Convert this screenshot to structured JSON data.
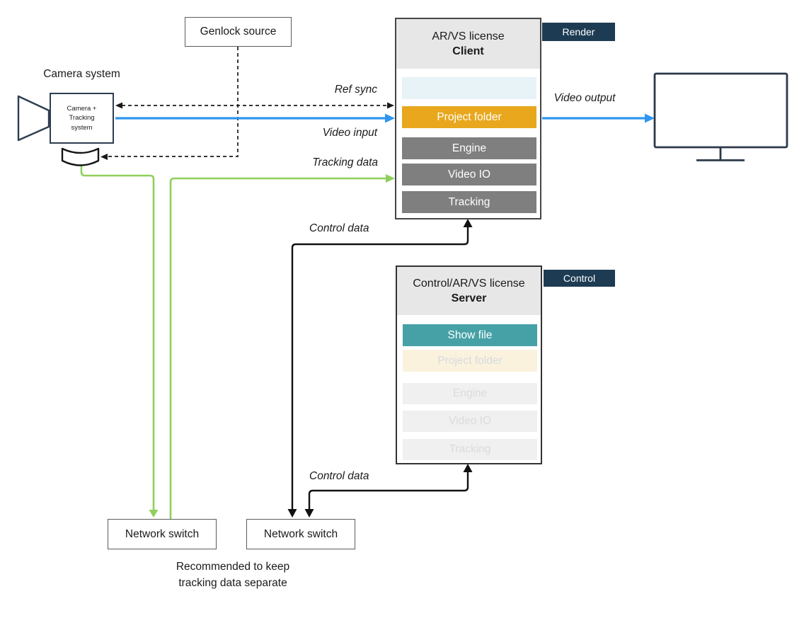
{
  "colors": {
    "accent_blue": "#2e96f0",
    "accent_green": "#8fd05c",
    "accent_orange": "#e8a71c",
    "accent_teal": "#46a1a6",
    "tag_navy": "#1d3c53",
    "bar_gray": "#7f7f7f",
    "faded_bar": "#f0f0f0",
    "placeholder_blue": "#e7f3f7",
    "placeholder_cream": "#fbf2de"
  },
  "icons": {
    "camera": "camera-icon",
    "monitor": "monitor-icon"
  },
  "camera": {
    "label": "Camera system",
    "body_lines": [
      "Camera +",
      "Tracking",
      "system"
    ]
  },
  "genlock": {
    "label": "Genlock source"
  },
  "client": {
    "title": "AR/VS license",
    "subtitle": "Client",
    "tag": "Render",
    "bars": {
      "placeholder": "",
      "project": "Project folder",
      "engine": "Engine",
      "video_io": "Video IO",
      "tracking": "Tracking"
    }
  },
  "server": {
    "title": "Control/AR/VS license",
    "subtitle": "Server",
    "tag": "Control",
    "bars": {
      "show_file": "Show file",
      "project": "Project folder",
      "engine": "Engine",
      "video_io": "Video IO",
      "tracking": "Tracking"
    }
  },
  "connections": {
    "ref_sync": "Ref sync",
    "video_input": "Video input",
    "tracking_data": "Tracking data",
    "video_output": "Video output",
    "control_data_client": "Control data",
    "control_data_server": "Control data"
  },
  "network_switch_left": {
    "label": "Network switch"
  },
  "network_switch_right": {
    "label": "Network switch"
  },
  "caption": {
    "line1": "Recommended to keep",
    "line2": "tracking data separate"
  }
}
